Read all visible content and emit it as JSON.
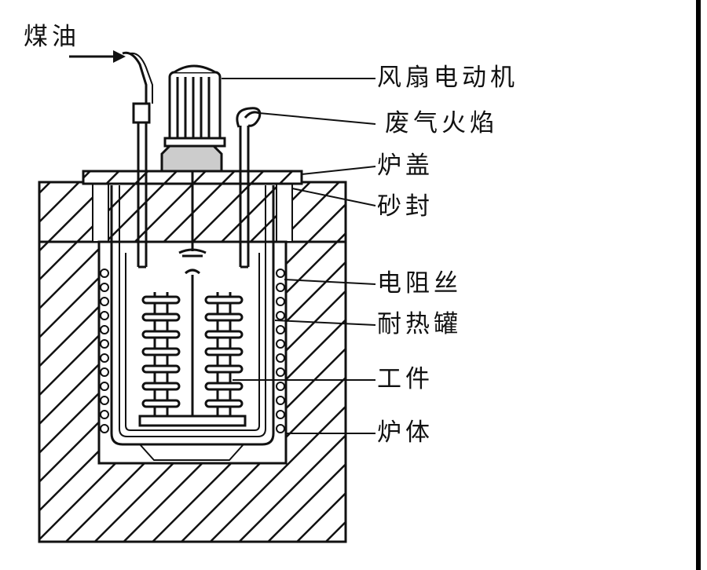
{
  "labels": {
    "kerosene": "煤油",
    "fan_motor": "风扇电动机",
    "exhaust_flame": "废气火焰",
    "furnace_cover": "炉盖",
    "sand_seal": "砂封",
    "heating_wire": "电阻丝",
    "heat_resistant_tank": "耐热罐",
    "workpiece": "工件",
    "furnace_body": "炉体"
  }
}
